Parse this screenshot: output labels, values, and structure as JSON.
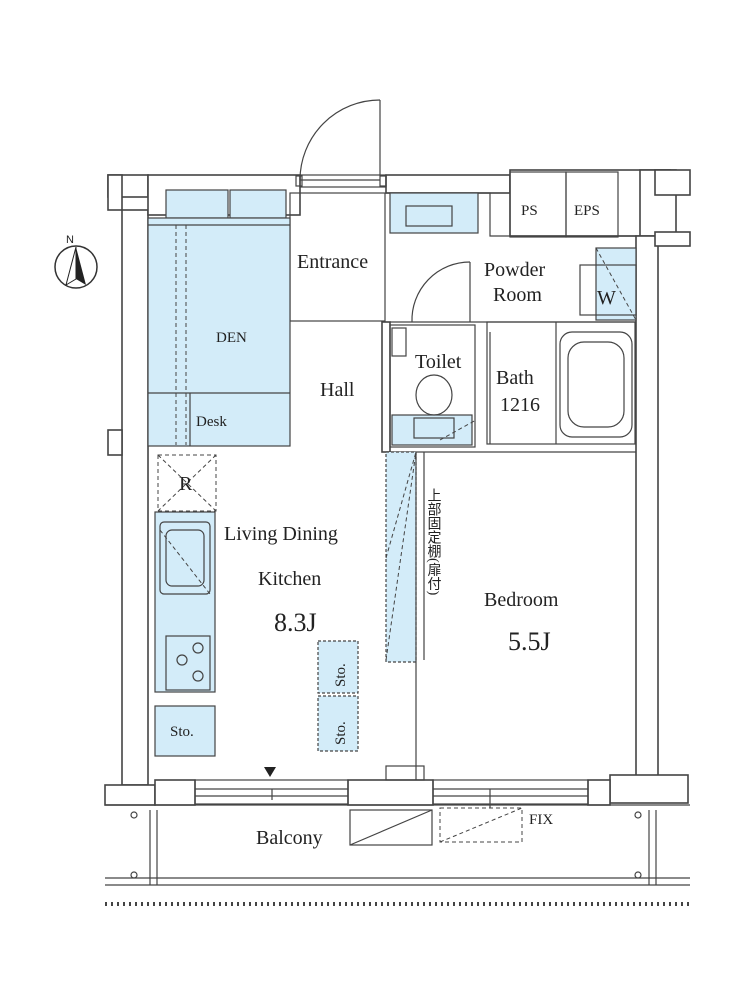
{
  "rooms": {
    "entrance": "Entrance",
    "den": "DEN",
    "desk": "Desk",
    "hall": "Hall",
    "powder_room_line1": "Powder",
    "powder_room_line2": "Room",
    "washer": "W",
    "toilet": "Toilet",
    "bath": "Bath",
    "bath_size": "1216",
    "ps": "PS",
    "eps": "EPS",
    "refrigerator": "R",
    "ldk_line1": "Living Dining",
    "ldk_line2": "Kitchen",
    "ldk_size": "8.3J",
    "bedroom": "Bedroom",
    "bedroom_size": "5.5J",
    "storage": "Sto.",
    "storage_vertical_1": "Sto.",
    "storage_vertical_2": "Sto.",
    "balcony": "Balcony",
    "fix": "FIX"
  },
  "notes": {
    "upper_shelf_vertical": "上部固定棚(扉付)"
  },
  "compass": {
    "label": "N"
  },
  "colors": {
    "fixture_blue": "#d3ecf9",
    "line": "#444444"
  }
}
